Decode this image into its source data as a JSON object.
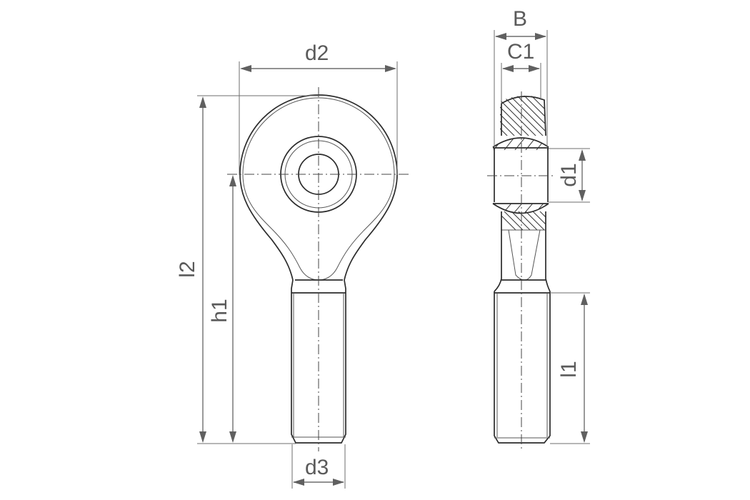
{
  "diagram": {
    "title": "Rod end dimension drawing",
    "colors": {
      "outline": "#2b2b2b",
      "dimension": "#6e6e6e",
      "label": "#5a5a5a",
      "background": "#ffffff"
    },
    "front_view": {
      "labels": {
        "d2": "d2",
        "d3": "d3",
        "l2": "l2",
        "h1": "h1"
      }
    },
    "side_view": {
      "labels": {
        "B": "B",
        "C1": "C1",
        "d1": "d1",
        "l1": "l1"
      }
    }
  }
}
